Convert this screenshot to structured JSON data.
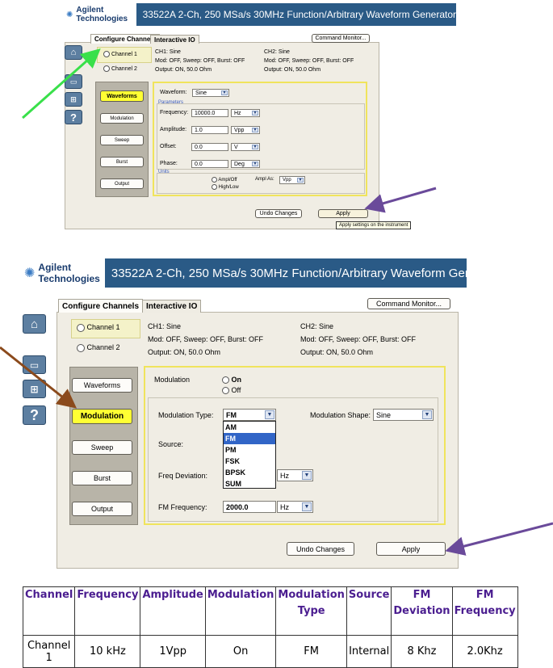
{
  "brand": "Agilent Technologies",
  "title": "33522A 2-Ch, 250 MSa/s 30MHz Function/Arbitrary Waveform Generator",
  "tabs": {
    "configure": "Configure Channels",
    "interactive": "Interactive IO"
  },
  "command_monitor": "Command Monitor...",
  "channels": {
    "ch1": "Channel 1",
    "ch2": "Channel 2"
  },
  "ch1_info": {
    "line1": "CH1:  Sine",
    "line2": "Mod: OFF, Sweep: OFF, Burst: OFF",
    "line3": "Output:  ON, 50.0 Ohm"
  },
  "ch2_info": {
    "line1": "CH2:  Sine",
    "line2": "Mod: OFF, Sweep: OFF, Burst: OFF",
    "line3": "Output:  ON, 50.0 Ohm"
  },
  "nav": {
    "waveforms": "Waveforms",
    "modulation": "Modulation",
    "sweep": "Sweep",
    "burst": "Burst",
    "output": "Output"
  },
  "screen1": {
    "waveform_label": "Waveform:",
    "waveform_value": "Sine",
    "parameters_title": "Parameters",
    "frequency_label": "Frequency:",
    "frequency_value": "10000.0",
    "frequency_unit": "Hz",
    "amplitude_label": "Amplitude:",
    "amplitude_value": "1.0",
    "amplitude_unit": "Vpp",
    "offset_label": "Offset:",
    "offset_value": "0.0",
    "offset_unit": "V",
    "phase_label": "Phase:",
    "phase_value": "0.0",
    "phase_unit": "Deg",
    "units_title": "Units",
    "ampl_off": "Ampl/Off",
    "high_low": "High/Low",
    "ampl_as_label": "Ampl As:",
    "ampl_as_value": "Vpp",
    "undo": "Undo Changes",
    "apply": "Apply",
    "tooltip": "Apply settings on the instrument"
  },
  "screen2": {
    "modulation_label": "Modulation",
    "on": "On",
    "off": "Off",
    "mod_type_label": "Modulation Type:",
    "mod_type_value": "FM",
    "mod_shape_label": "Modulation Shape:",
    "mod_shape_value": "Sine",
    "source_label": "Source:",
    "freq_dev_label": "Freq Deviation:",
    "freq_dev_unit": "Hz",
    "fm_freq_label": "FM Frequency:",
    "fm_freq_value": "2000.0",
    "fm_freq_unit": "Hz",
    "dropdown_options": [
      "AM",
      "FM",
      "PM",
      "FSK",
      "BPSK",
      "SUM"
    ],
    "undo": "Undo Changes",
    "apply": "Apply"
  },
  "summary_table": {
    "headers": [
      "Channel",
      "Frequency",
      "Amplitude",
      "Modulation",
      "Modulation Type",
      "Source",
      "FM Deviation",
      "FM Frequency"
    ],
    "row": [
      "Channel 1",
      "10 kHz",
      "1Vpp",
      "On",
      "FM",
      "Internal",
      "8 Khz",
      "2.0Khz"
    ]
  },
  "colors": {
    "header_bg": "#2a5a86",
    "highlight_nav": "#ffff33",
    "green_arrow": "#39e04a",
    "purple_arrow": "#6a4a9a",
    "brown_arrow": "#8b4a1c",
    "table_header_text": "#4b1e90"
  }
}
